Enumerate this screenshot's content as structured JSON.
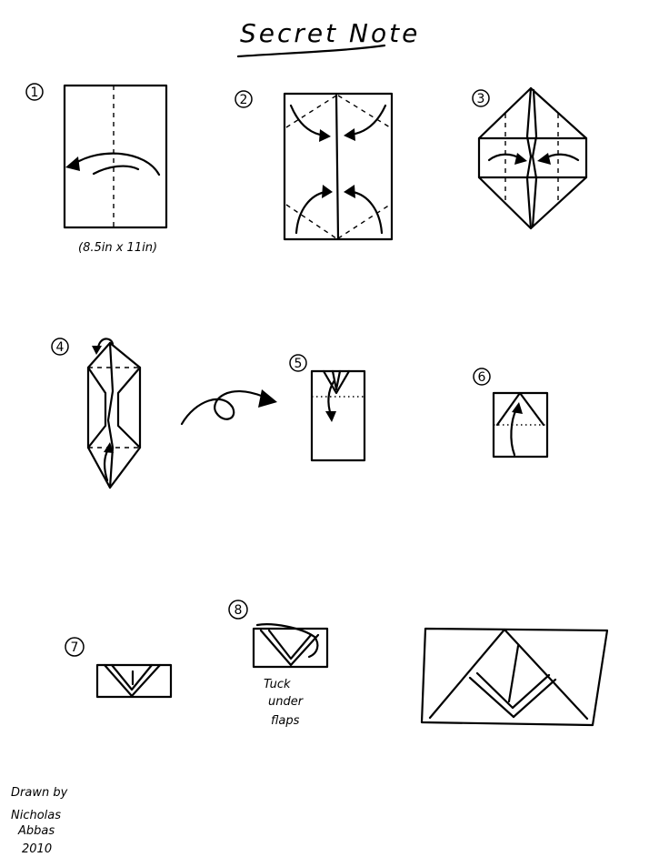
{
  "title": "Secret Note",
  "steps": [
    "1",
    "2",
    "3",
    "4",
    "5",
    "6",
    "7",
    "8"
  ],
  "paper_size": "(8.5in x 11in)",
  "tuck_note": [
    "Tuck",
    "under",
    "flaps"
  ],
  "credit": [
    "Drawn by",
    "Nicholas",
    "Abbas",
    "2010"
  ]
}
